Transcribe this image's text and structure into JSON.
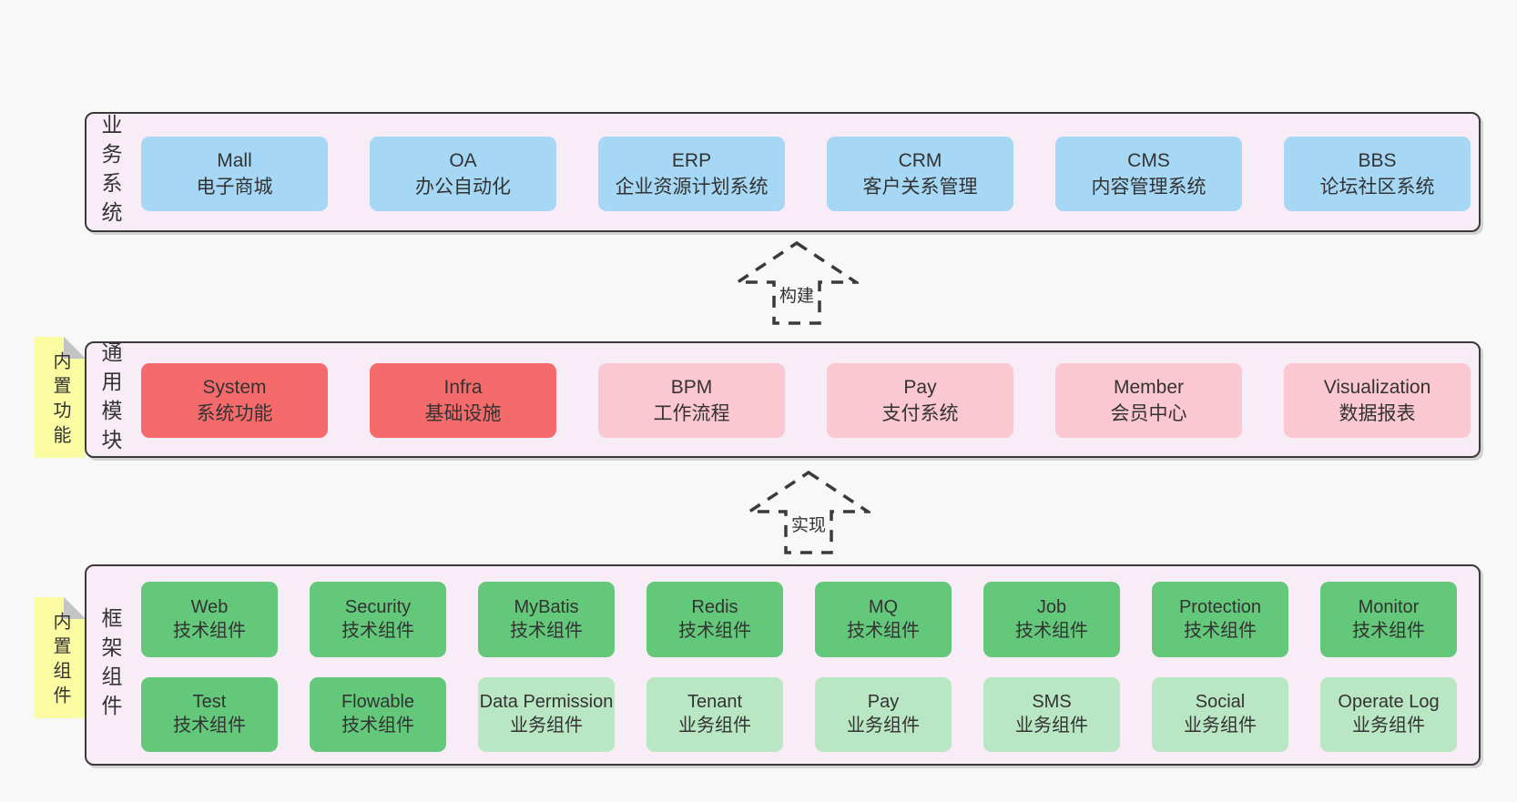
{
  "colors": {
    "page_bg": "#f8f8f8",
    "container_bg": "#f8edf6",
    "border": "#3a3a3a",
    "text": "#333333",
    "sticky": "#fbfba2",
    "blue": "#a6d8f5",
    "red": "#f56b6b",
    "pink": "#fbc7d1",
    "green": "#63c87a",
    "lightgreen": "#b9e6c3"
  },
  "arrows": [
    {
      "label": "构建"
    },
    {
      "label": "实现"
    }
  ],
  "layers": {
    "business": {
      "label": "业务系统",
      "boxes": [
        {
          "name": "Mall",
          "subtitle": "电子商城"
        },
        {
          "name": "OA",
          "subtitle": "办公自动化"
        },
        {
          "name": "ERP",
          "subtitle": "企业资源计划系统"
        },
        {
          "name": "CRM",
          "subtitle": "客户关系管理"
        },
        {
          "name": "CMS",
          "subtitle": "内容管理系统"
        },
        {
          "name": "BBS",
          "subtitle": "论坛社区系统"
        }
      ]
    },
    "modules": {
      "label": "通用模块",
      "sticky": "内置功能",
      "boxes": [
        {
          "name": "System",
          "subtitle": "系统功能"
        },
        {
          "name": "Infra",
          "subtitle": "基础设施"
        },
        {
          "name": "BPM",
          "subtitle": "工作流程"
        },
        {
          "name": "Pay",
          "subtitle": "支付系统"
        },
        {
          "name": "Member",
          "subtitle": "会员中心"
        },
        {
          "name": "Visualization",
          "subtitle": "数据报表"
        }
      ]
    },
    "components": {
      "label": "框架组件",
      "sticky": "内置组件",
      "rows": [
        [
          {
            "name": "Web",
            "subtitle": "技术组件"
          },
          {
            "name": "Security",
            "subtitle": "技术组件"
          },
          {
            "name": "MyBatis",
            "subtitle": "技术组件"
          },
          {
            "name": "Redis",
            "subtitle": "技术组件"
          },
          {
            "name": "MQ",
            "subtitle": "技术组件"
          },
          {
            "name": "Job",
            "subtitle": "技术组件"
          },
          {
            "name": "Protection",
            "subtitle": "技术组件"
          },
          {
            "name": "Monitor",
            "subtitle": "技术组件"
          }
        ],
        [
          {
            "name": "Test",
            "subtitle": "技术组件"
          },
          {
            "name": "Flowable",
            "subtitle": "技术组件"
          },
          {
            "name": "Data Permission",
            "subtitle": "业务组件"
          },
          {
            "name": "Tenant",
            "subtitle": "业务组件"
          },
          {
            "name": "Pay",
            "subtitle": "业务组件"
          },
          {
            "name": "SMS",
            "subtitle": "业务组件"
          },
          {
            "name": "Social",
            "subtitle": "业务组件"
          },
          {
            "name": "Operate Log",
            "subtitle": "业务组件"
          }
        ]
      ]
    }
  }
}
